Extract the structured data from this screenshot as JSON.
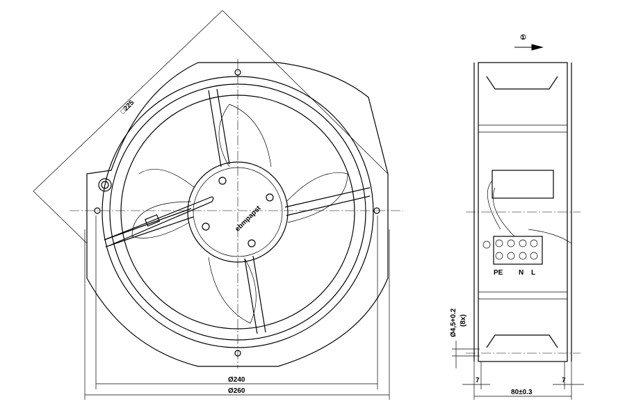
{
  "front_view": {
    "square_dim": "□225",
    "dia_240": "Ø240",
    "dia_260": "Ø260",
    "logo": "ebmpapst"
  },
  "side_view": {
    "airflow_marker": "①",
    "hole_dim": "Ø4,5+0.2",
    "hole_count": "(8x)",
    "flange_left": "7",
    "flange_right": "7",
    "depth": "80±0.3",
    "terminals": [
      "PE",
      "N",
      "L"
    ]
  }
}
